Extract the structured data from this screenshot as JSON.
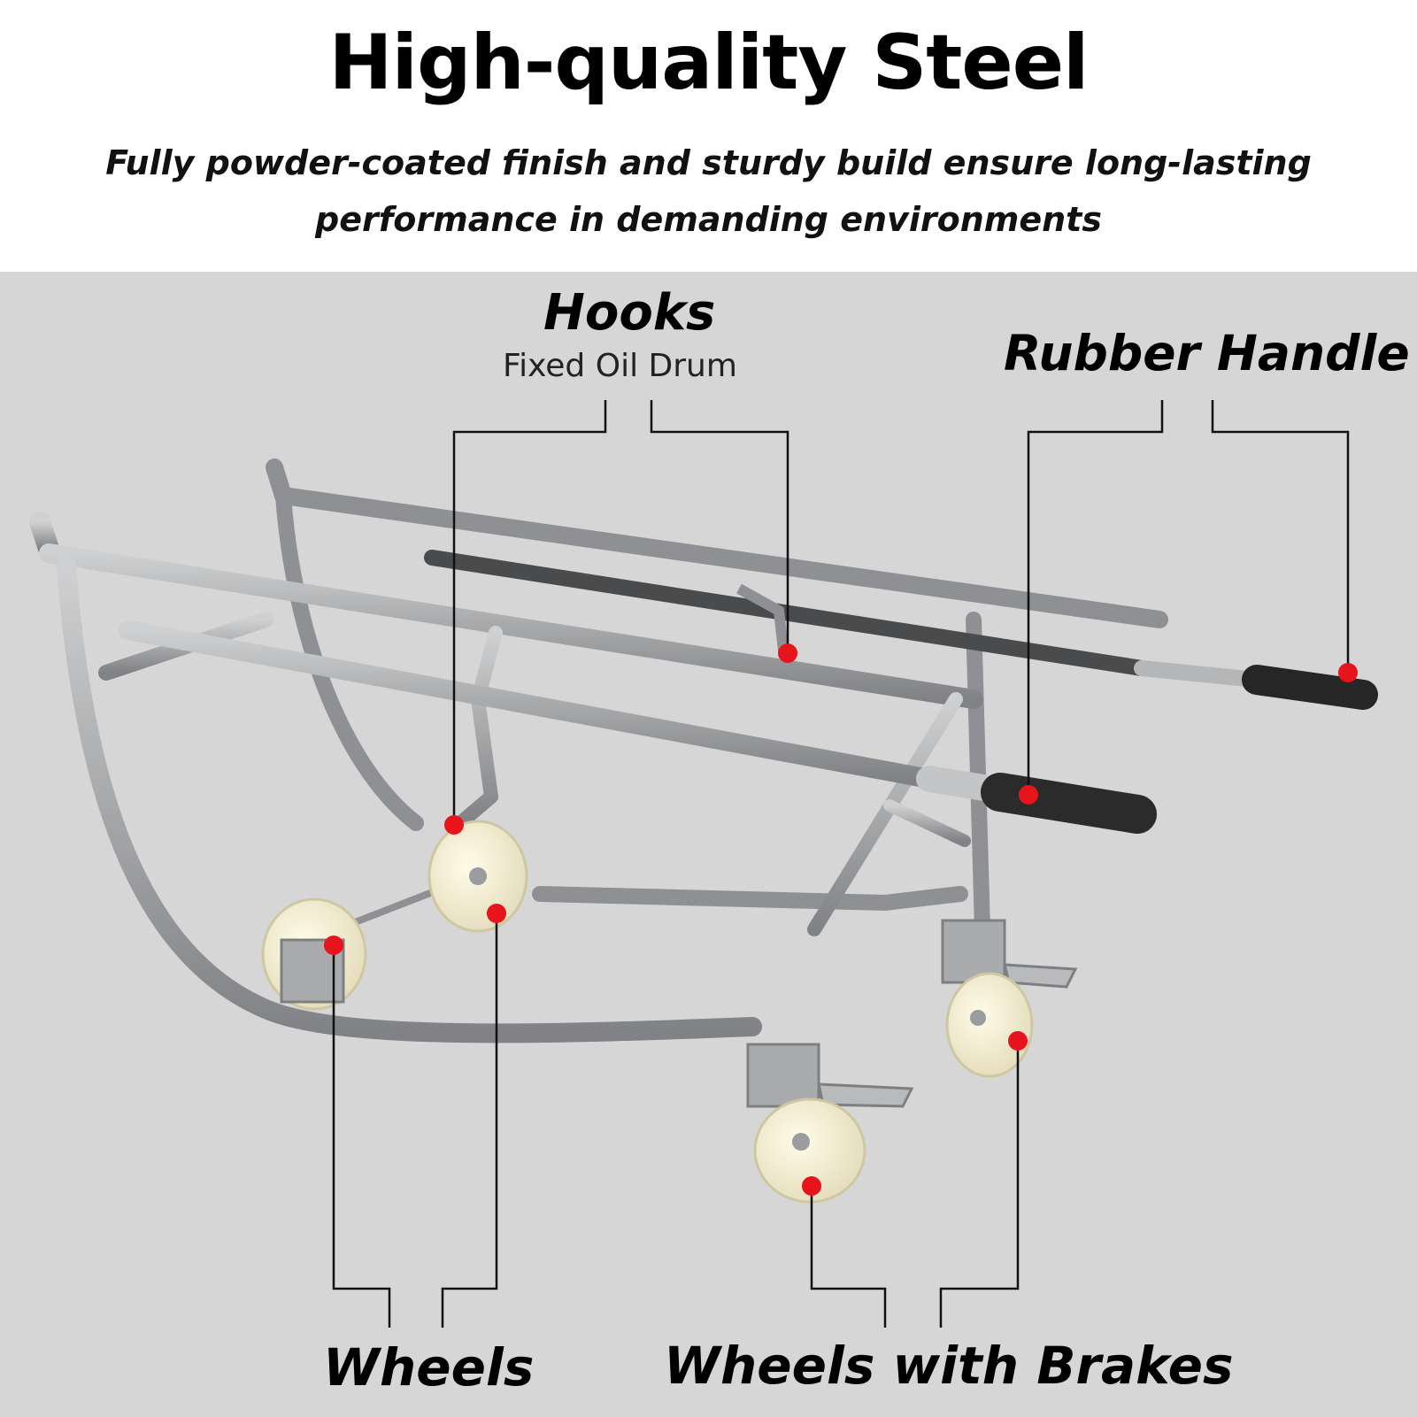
{
  "header": {
    "title": "High-quality Steel",
    "subtitle": "Fully powder-coated finish and sturdy build ensure long-lasting performance in demanding environments"
  },
  "callouts": {
    "hooks": {
      "label": "Hooks",
      "description": "Fixed Oil Drum"
    },
    "rubber_handle": {
      "label": "Rubber Handle"
    },
    "wheels": {
      "label": "Wheels"
    },
    "wheels_brakes": {
      "label": "Wheels with Brakes"
    }
  },
  "colors": {
    "background_photo": "#d6d6d6",
    "steel": "#a9abad",
    "marker": "#e8141b",
    "grip": "#2b2b2b",
    "wheel": "#f2ecd2"
  }
}
